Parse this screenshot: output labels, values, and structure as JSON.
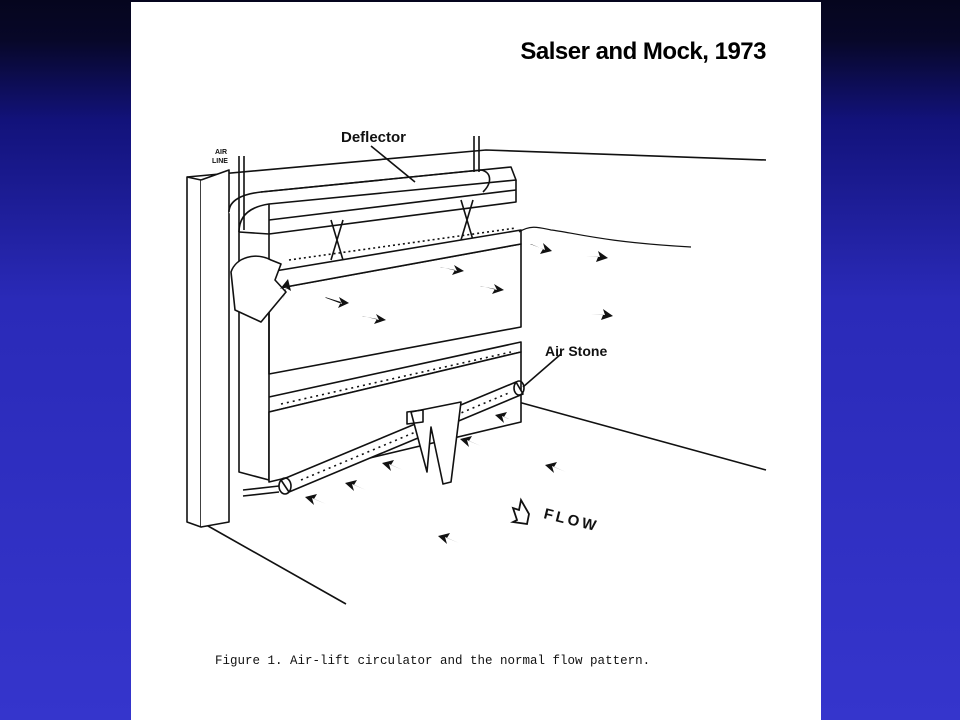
{
  "slide": {
    "citation": "Salser and Mock, 1973"
  },
  "figure": {
    "labels": {
      "deflector": "Deflector",
      "air_line_1": "AIR",
      "air_line_2": "LINE",
      "air_stone": "Air Stone",
      "flow": "FLOW"
    },
    "caption": "Figure 1.  Air-lift circulator and the normal flow pattern."
  },
  "colors": {
    "paper": "#ffffff",
    "ink": "#111111",
    "background_top": "#05051e",
    "background_bottom": "#3535cc"
  }
}
